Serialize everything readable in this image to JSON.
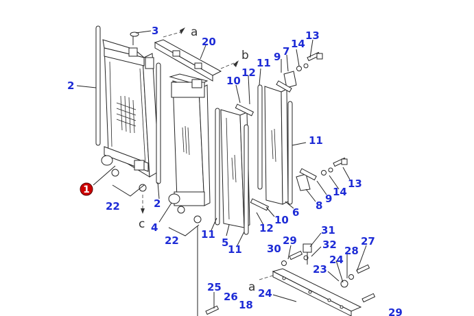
{
  "diagram": {
    "assembly_marker": "1",
    "callouts": {
      "c2a": "2",
      "c2b": "2",
      "c3": "3",
      "c20": "20",
      "c9a": "9",
      "c7": "7",
      "c14a": "14",
      "c13a": "13",
      "c11a": "11",
      "c12a": "12",
      "c10a": "10",
      "c11b": "11",
      "c14b": "14",
      "c13b": "13",
      "c9b": "9",
      "c8": "8",
      "c6": "6",
      "c10b": "10",
      "c12b": "12",
      "c22a": "22",
      "c22b": "22",
      "c4": "4",
      "c11c": "11",
      "c5": "5",
      "c11d": "11",
      "c31": "31",
      "c30": "30",
      "c29a": "29",
      "c32": "32",
      "c28": "28",
      "c27": "27",
      "c24a": "24",
      "c23": "23",
      "c24b": "24",
      "c25": "25",
      "c26": "26",
      "c18": "18",
      "c29b": "29"
    },
    "refs": {
      "a1": "a",
      "b1": "b",
      "c1": "c",
      "a2": "a"
    }
  }
}
